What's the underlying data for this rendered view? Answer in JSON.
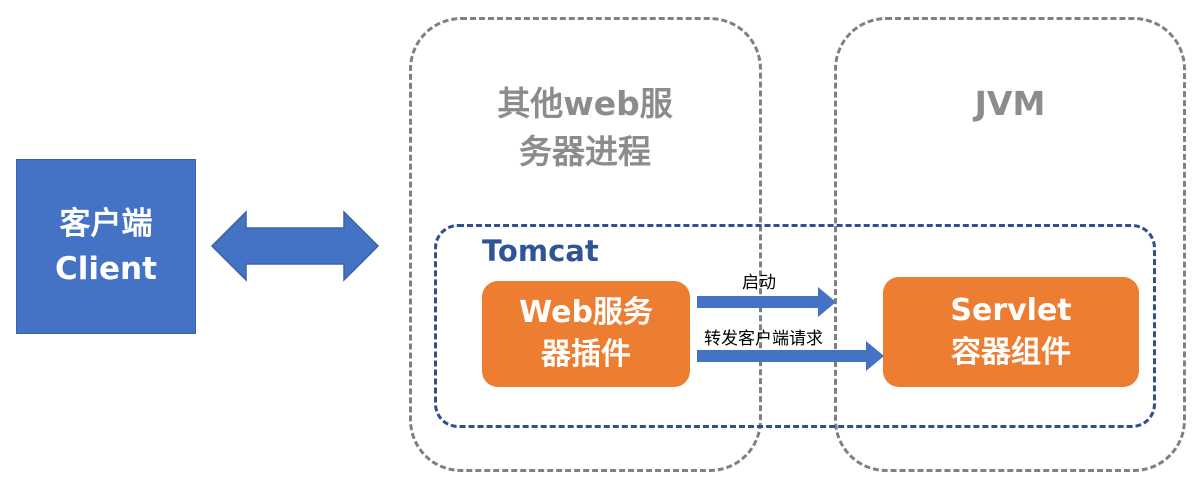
{
  "client": {
    "line1": "客户端",
    "line2": "Client"
  },
  "web_process": {
    "title_line1": "其他web服",
    "title_line2": "务器进程"
  },
  "jvm_process": {
    "title": "JVM"
  },
  "tomcat": {
    "label": "Tomcat"
  },
  "web_plugin": {
    "line1": "Web服务",
    "line2": "器插件"
  },
  "servlet_container": {
    "line1": "Servlet",
    "line2": "容器组件"
  },
  "arrows": {
    "start_label": "启动",
    "forward_label": "转发客户端请求"
  },
  "colors": {
    "client_fill": "#4472c4",
    "component_fill": "#ed7d31",
    "tomcat_border": "#2f4f8f",
    "process_border": "#808080",
    "arrow_fill": "#4472c4"
  }
}
